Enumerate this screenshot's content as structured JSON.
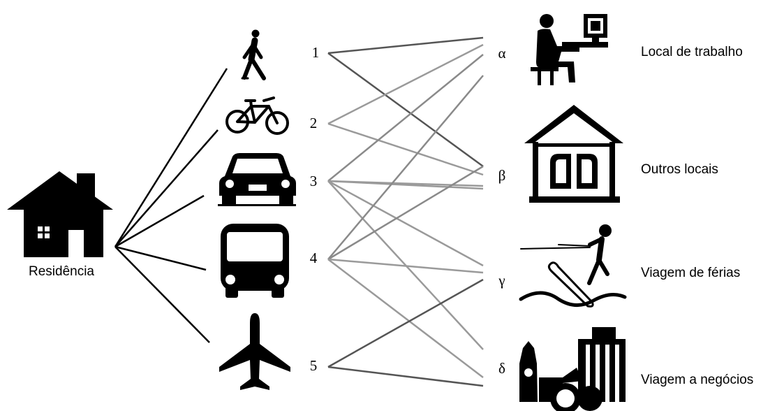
{
  "origin": {
    "label": "Residência",
    "icon": "house-icon"
  },
  "modes": [
    {
      "id": "walk",
      "icon": "pedestrian-icon"
    },
    {
      "id": "bike",
      "icon": "bicycle-icon"
    },
    {
      "id": "car",
      "icon": "car-icon"
    },
    {
      "id": "bus",
      "icon": "bus-icon"
    },
    {
      "id": "plane",
      "icon": "airplane-icon"
    }
  ],
  "numbers": [
    "1",
    "2",
    "3",
    "4",
    "5"
  ],
  "greek": [
    "α",
    "β",
    "γ",
    "δ"
  ],
  "destinations": [
    {
      "label": "Local de trabalho",
      "icon": "workstation-icon"
    },
    {
      "label": "Outros locais",
      "icon": "library-building-icon"
    },
    {
      "label": "Viagem de férias",
      "icon": "water-ski-icon"
    },
    {
      "label": "Viagem a negócios",
      "icon": "city-landmarks-icon"
    }
  ],
  "links": [
    {
      "from": "1",
      "to": "α",
      "color": "#555555"
    },
    {
      "from": "1",
      "to": "β",
      "color": "#555555"
    },
    {
      "from": "2",
      "to": "α",
      "color": "#9a9a9a"
    },
    {
      "from": "2",
      "to": "β",
      "color": "#9a9a9a"
    },
    {
      "from": "3",
      "to": "α",
      "color": "#8a8a8a"
    },
    {
      "from": "3",
      "to": "β",
      "color": "#9a9a9a"
    },
    {
      "from": "3",
      "to": "β",
      "color": "#9a9a9a"
    },
    {
      "from": "3",
      "to": "γ",
      "color": "#9a9a9a"
    },
    {
      "from": "3",
      "to": "δ",
      "color": "#9a9a9a"
    },
    {
      "from": "4",
      "to": "α",
      "color": "#8a8a8a"
    },
    {
      "from": "4",
      "to": "β",
      "color": "#8a8a8a"
    },
    {
      "from": "4",
      "to": "γ",
      "color": "#9a9a9a"
    },
    {
      "from": "4",
      "to": "δ",
      "color": "#9a9a9a"
    },
    {
      "from": "5",
      "to": "γ",
      "color": "#555555"
    },
    {
      "from": "5",
      "to": "δ",
      "color": "#555555"
    }
  ]
}
